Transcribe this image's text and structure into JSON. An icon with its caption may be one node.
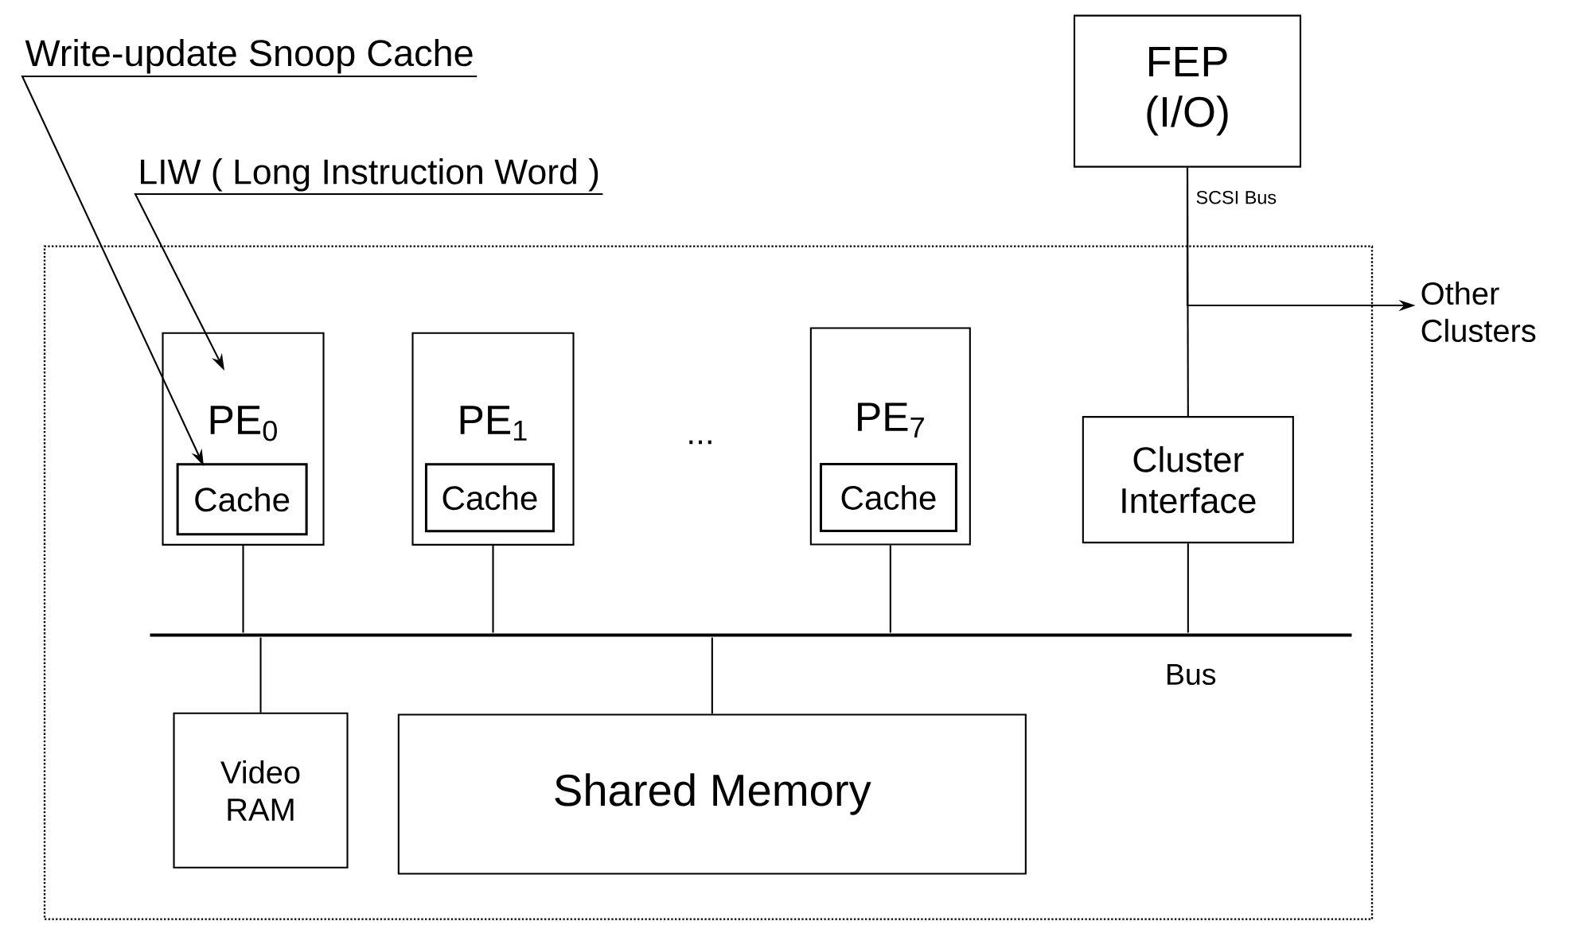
{
  "diagram": {
    "nodes": [
      {
        "text": [],
        "shape": "box"
      },
      {
        "text": [
          "PE$_{0}$"
        ],
        "in": 0
      },
      {
        "text": [
          "Cache"
        ],
        "in": 1
      },
      {
        "text": [
          "PE$_{1}$"
        ],
        "in": 0
      },
      {
        "text": [
          "Cache"
        ],
        "in": 3
      },
      {
        "text": [
          "PE$_{7}$"
        ],
        "in": 0
      },
      {
        "text": [
          "Cache"
        ],
        "in": 5
      },
      {
        "text": [
          "Cluster Interface"
        ],
        "in": 0
      },
      {
        "text": [
          "FEP (I/O)"
        ]
      },
      {
        "text": [
          "Video RAM"
        ],
        "in": 0
      },
      {
        "text": [
          "Shared Memory"
        ],
        "in": 0
      },
      {
        "text": [],
        "shape": "bar",
        "in": 0,
        "beside": [
          "Bus"
        ]
      },
      {
        "text": [
          "Write-update Snoop Cache"
        ]
      },
      {
        "text": [
          "LIW ( Long Instruction Word )"
        ]
      },
      {
        "text": [
          "Other Clusters"
        ]
      }
    ],
    "edges": [
      {
        "from": 12,
        "to": 2,
        "arrow": "to"
      },
      {
        "from": 13,
        "to": 1,
        "arrow": "to"
      },
      {
        "from": 1,
        "to": 11,
        "arrow": "none"
      },
      {
        "from": 3,
        "to": 11,
        "arrow": "none"
      },
      {
        "from": 5,
        "to": 11,
        "arrow": "none"
      },
      {
        "from": 7,
        "to": 11,
        "arrow": "none"
      },
      {
        "from": 11,
        "to": 9,
        "arrow": "none"
      },
      {
        "from": 11,
        "to": 10,
        "arrow": "none"
      },
      {
        "from": 8,
        "to": 7,
        "arrow": "none",
        "label": "SCSI Bus"
      },
      {
        "from": 8,
        "to": 14,
        "arrow": "to"
      }
    ],
    "labels": [
      "..."
    ]
  }
}
